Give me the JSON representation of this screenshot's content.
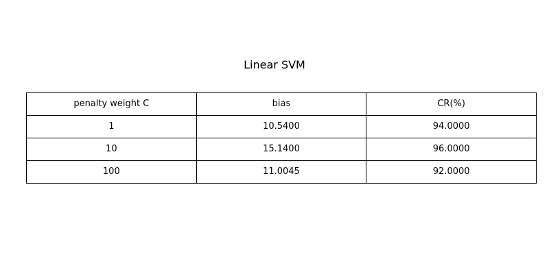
{
  "chart_data": {
    "type": "table",
    "title": "Linear SVM",
    "columns": [
      "penalty weight C",
      "bias",
      "CR(%)"
    ],
    "rows": [
      [
        "1",
        "10.5400",
        "94.0000"
      ],
      [
        "10",
        "15.1400",
        "96.0000"
      ],
      [
        "100",
        "11.0045",
        "92.0000"
      ]
    ]
  }
}
